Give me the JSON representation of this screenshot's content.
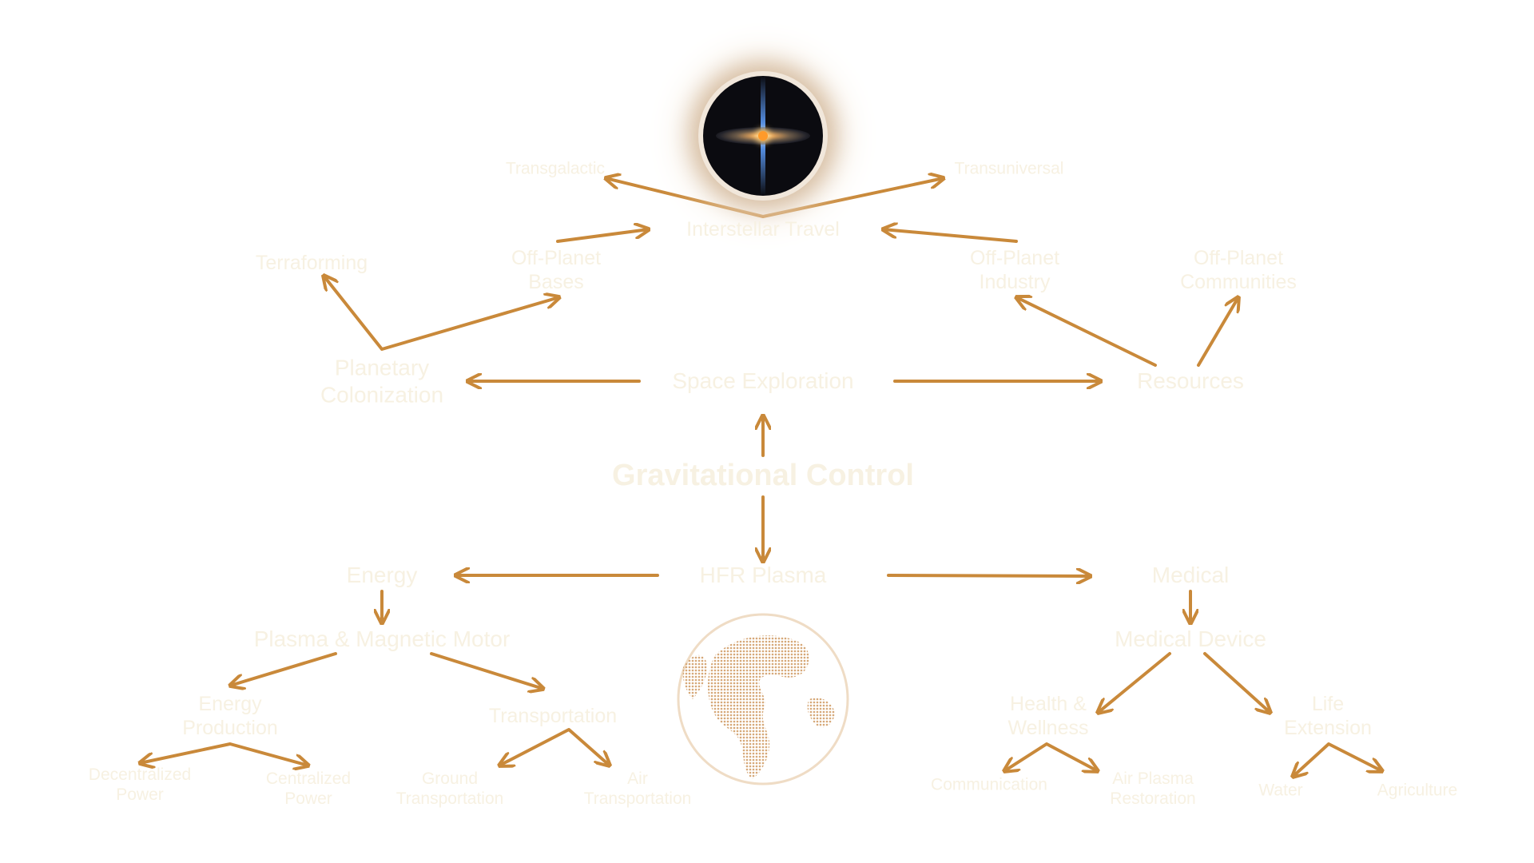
{
  "colors": {
    "arrow": "#c9893a",
    "label": "#f7f1e2",
    "globe": "#d6a878"
  },
  "images": {
    "top_image": "black-hole-galaxy-icon",
    "bottom_image": "dotted-globe-icon"
  },
  "diagram": {
    "center": "Gravitational Control",
    "space_exploration": "Space Exploration",
    "hfr_plasma": "HFR Plasma",
    "interstellar_travel": "Interstellar Travel",
    "transgalactic": "Transgalactic",
    "transuniversal": "Transuniversal",
    "off_planet_bases": "Off-Planet\nBases",
    "terraforming": "Terraforming",
    "planetary_colonization": "Planetary\nColonization",
    "off_planet_industry": "Off-Planet\nIndustry",
    "off_planet_communities": "Off-Planet\nCommunities",
    "resources": "Resources",
    "energy": "Energy",
    "plasma_magnetic_motor": "Plasma & Magnetic Motor",
    "energy_production": "Energy\nProduction",
    "transportation": "Transportation",
    "decentralized_power": "Decentralized\nPower",
    "centralized_power": "Centralized\nPower",
    "ground_transportation": "Ground\nTransportation",
    "air_transportation": "Air\nTransportation",
    "medical": "Medical",
    "medical_device": "Medical Device",
    "health_wellness": "Health &\nWellness",
    "life_extension": "Life\nExtension",
    "communication": "Communication",
    "air_plasma_restoration": "Air Plasma\nRestoration",
    "water": "Water",
    "agriculture": "Agriculture"
  }
}
